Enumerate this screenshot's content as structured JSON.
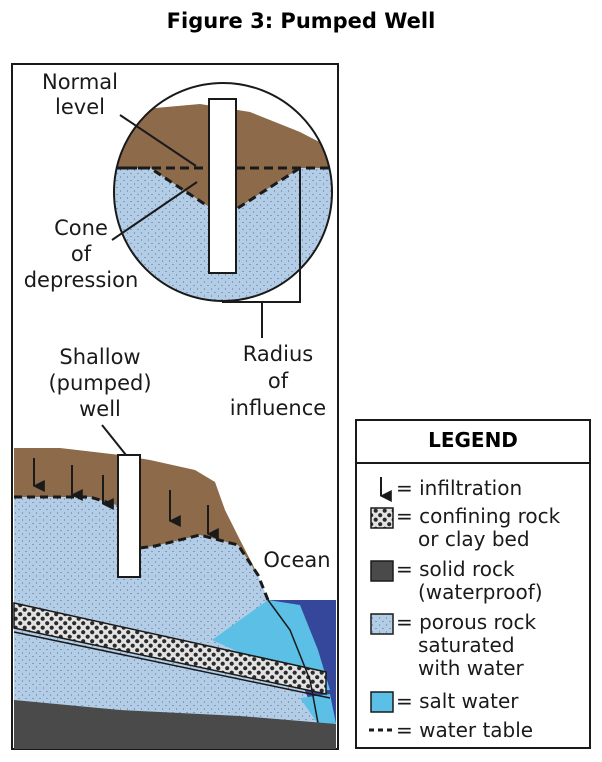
{
  "figure": {
    "title": "Figure 3: Pumped Well",
    "labels": {
      "normal_level_1": "Normal",
      "normal_level_2": "level",
      "cone_1": "Cone",
      "cone_2": "of",
      "cone_3": "depression",
      "radius_1": "Radius",
      "radius_2": "of",
      "radius_3": "influence",
      "well_1": "Shallow",
      "well_2": "(pumped)",
      "well_3": "well",
      "ocean": "Ocean"
    }
  },
  "legend": {
    "title": "LEGEND",
    "items": [
      {
        "symbol": "infiltration-arrow",
        "text_lines": [
          "= infiltration"
        ]
      },
      {
        "symbol": "confining-rock-swatch",
        "text_lines": [
          "= confining rock",
          "or clay bed"
        ]
      },
      {
        "symbol": "solid-rock-swatch",
        "text_lines": [
          "= solid rock",
          "(waterproof)"
        ]
      },
      {
        "symbol": "porous-rock-swatch",
        "text_lines": [
          "= porous rock",
          "saturated",
          "with water"
        ]
      },
      {
        "symbol": "salt-water-swatch",
        "text_lines": [
          "= salt water"
        ]
      },
      {
        "symbol": "water-table-dash",
        "text_lines": [
          "= water table"
        ]
      }
    ]
  },
  "colors": {
    "soil": "#8c6a4a",
    "porous_rock": "#b3cde6",
    "salt_water": "#5bbfe6",
    "ocean": "#34479a",
    "solid_rock": "#4a4a4a",
    "confining_rock": "#e0e0e0"
  }
}
